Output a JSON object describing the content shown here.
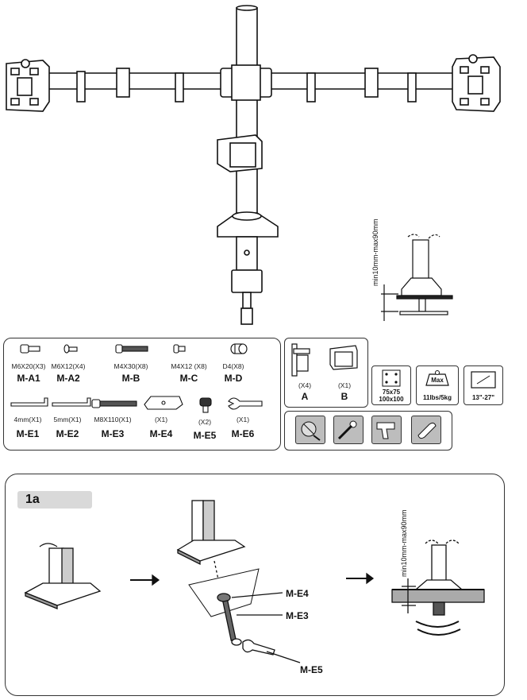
{
  "top_dim_label": "min10mm-max90mm",
  "parts": [
    {
      "qty": "M6X20(X3)",
      "code": "M-A1"
    },
    {
      "qty": "M6X12(X4)",
      "code": "M-A2"
    },
    {
      "qty": "M4X30(X8)",
      "code": "M-B"
    },
    {
      "qty": "M4X12 (X8)",
      "code": "M-C"
    },
    {
      "qty": "D4(X8)",
      "code": "M-D"
    },
    {
      "qty": "4mm(X1)",
      "code": "M-E1"
    },
    {
      "qty": "5mm(X1)",
      "code": "M-E2"
    },
    {
      "qty": "M8X110(X1)",
      "code": "M-E3"
    },
    {
      "qty": "(X1)",
      "code": "M-E4"
    },
    {
      "qty": "(X2)",
      "code": "M-E5"
    },
    {
      "qty": "(X1)",
      "code": "M-E6"
    }
  ],
  "clips": [
    {
      "qty": "(X4)",
      "code": "A"
    },
    {
      "qty": "(X1)",
      "code": "B"
    }
  ],
  "specs": {
    "vesa_line1": "75x75",
    "vesa_line2": "100x100",
    "max_badge": "Max",
    "max_load": "11lbs/5kg",
    "screen_size": "13\"-27\""
  },
  "tools": [
    "mounting-tool",
    "screwdriver",
    "drill",
    "wrench"
  ],
  "step": {
    "number": "1a",
    "dim_label": "min10mm-max90mm",
    "callouts": [
      "M-E4",
      "M-E3",
      "M-E5"
    ]
  }
}
